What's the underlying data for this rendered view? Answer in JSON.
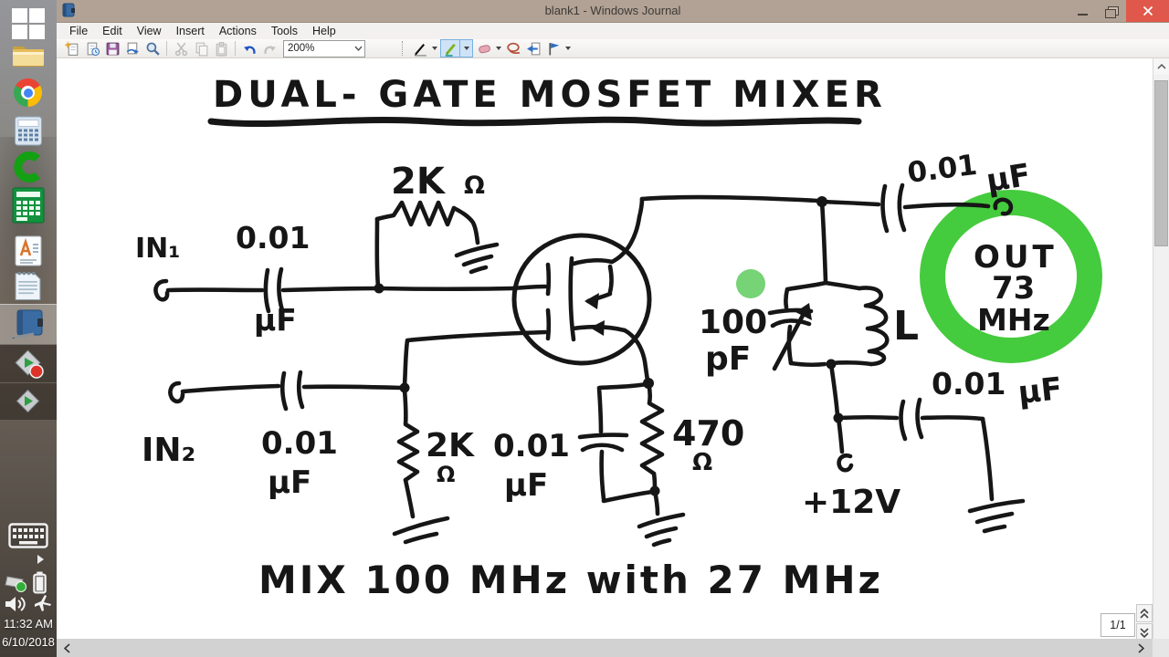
{
  "window": {
    "title": "blank1 - Windows Journal"
  },
  "menu": {
    "items": [
      "File",
      "Edit",
      "View",
      "Insert",
      "Actions",
      "Tools",
      "Help"
    ]
  },
  "toolbar": {
    "zoom_value": "200%",
    "icons": [
      "new-note",
      "open-note",
      "save",
      "send-note",
      "zoom-magnifier",
      "cut",
      "copy",
      "paste",
      "undo",
      "redo",
      "pen-tool",
      "highlighter-tool",
      "eraser-tool",
      "lasso-select",
      "insert-flip",
      "flag-tool"
    ]
  },
  "taskbar": {
    "time": "11:32 AM",
    "date": "6/10/2018",
    "icons": [
      "windows-logo",
      "file-explorer",
      "chrome",
      "calculator",
      "green-c-app",
      "green-calculator",
      "wordpad",
      "notepad",
      "windows-journal",
      "screen-recorder",
      "screen-capture",
      "touch-keyboard",
      "hidden-icons-arrow",
      "network",
      "battery",
      "volume",
      "airplane-mode"
    ]
  },
  "canvas": {
    "title": "DUAL- GATE MOSFET MIXER",
    "caption": "MIX 100 MHz with 27 MHz",
    "labels": {
      "in1": "IN₁",
      "in1_cap_value": "0.01",
      "in1_cap_unit": "μF",
      "r1_value": "2K",
      "r1_unit": "Ω",
      "in2": "IN₂",
      "in2_cap_value": "0.01",
      "in2_cap_unit": "μF",
      "r2_value": "2K",
      "r2_unit": "Ω",
      "bypass_value": "0.01",
      "bypass_unit": "μF",
      "r3_value": "470",
      "r3_unit": "Ω",
      "tank_cap_value": "100",
      "tank_cap_unit": "pF",
      "inductor": "L",
      "out_line1": "OUT",
      "out_line2": "73",
      "out_line3": "MHz",
      "cap_top_value": "0.01",
      "cap_top_unit": "μF",
      "cap_right_value": "0.01",
      "cap_right_unit": "μF",
      "supply": "+12V"
    },
    "colors": {
      "ink": "#161616",
      "highlighter": "#35c72e",
      "pointer": "#5ecb5e"
    }
  },
  "pager": {
    "label": "1/1"
  }
}
